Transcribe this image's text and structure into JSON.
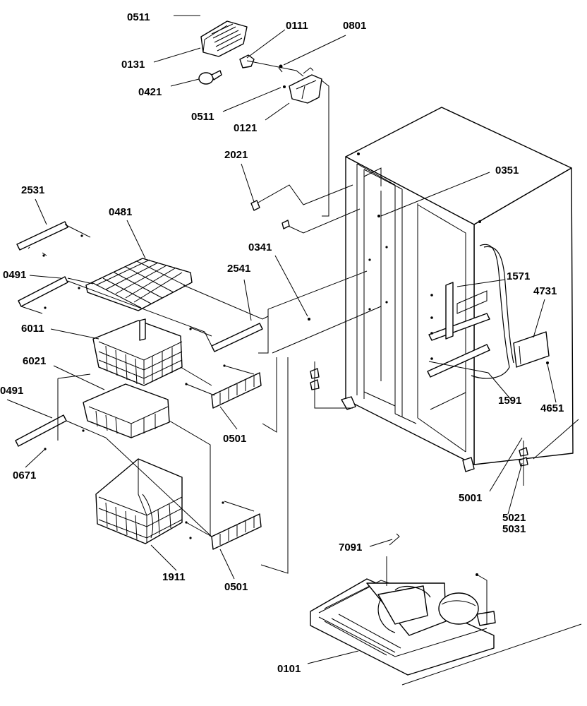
{
  "labels": {
    "l0511a": "0511",
    "l0111": "0111",
    "l0801": "0801",
    "l0131": "0131",
    "l0421": "0421",
    "l0511b": "0511",
    "l0121": "0121",
    "l2021": "2021",
    "l0351": "0351",
    "l2531": "2531",
    "l0481": "0481",
    "l0341": "0341",
    "l2541": "2541",
    "l1571": "1571",
    "l0491a": "0491",
    "l4731": "4731",
    "l6011": "6011",
    "l1591": "1591",
    "l4651": "4651",
    "l6021": "6021",
    "l0501a": "0501",
    "l0491b": "0491",
    "l0671": "0671",
    "l5001": "5001",
    "l5021": "5021",
    "l5031": "5031",
    "l7091": "7091",
    "l1911": "1911",
    "l0501b": "0501",
    "l0101": "0101"
  }
}
